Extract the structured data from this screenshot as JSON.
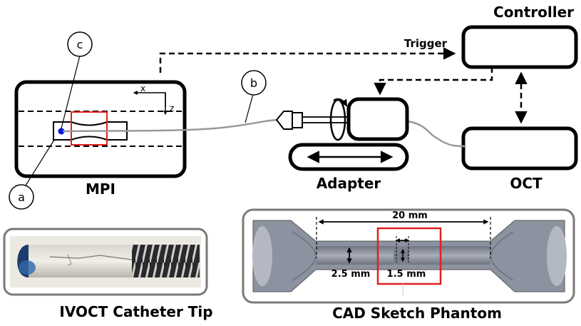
{
  "labels": {
    "controller": "Controller",
    "trigger": "Trigger",
    "mpi": "MPI",
    "adapter": "Adapter",
    "oct": "OCT",
    "catheter_tip": "IVOCT Catheter Tip",
    "cad_phantom": "CAD Sketch Phantom"
  },
  "markers": {
    "a": "a",
    "b": "b",
    "c": "c"
  },
  "axes": {
    "x": "x",
    "z": "z"
  },
  "dimensions": {
    "length": "20 mm",
    "outer": "2.5 mm",
    "inner": "1.5 mm"
  },
  "colors": {
    "highlight": "#e02020",
    "tip_dot": "#1010e0",
    "phantom_body": "#8a8f9b",
    "fiber": "#999999"
  }
}
